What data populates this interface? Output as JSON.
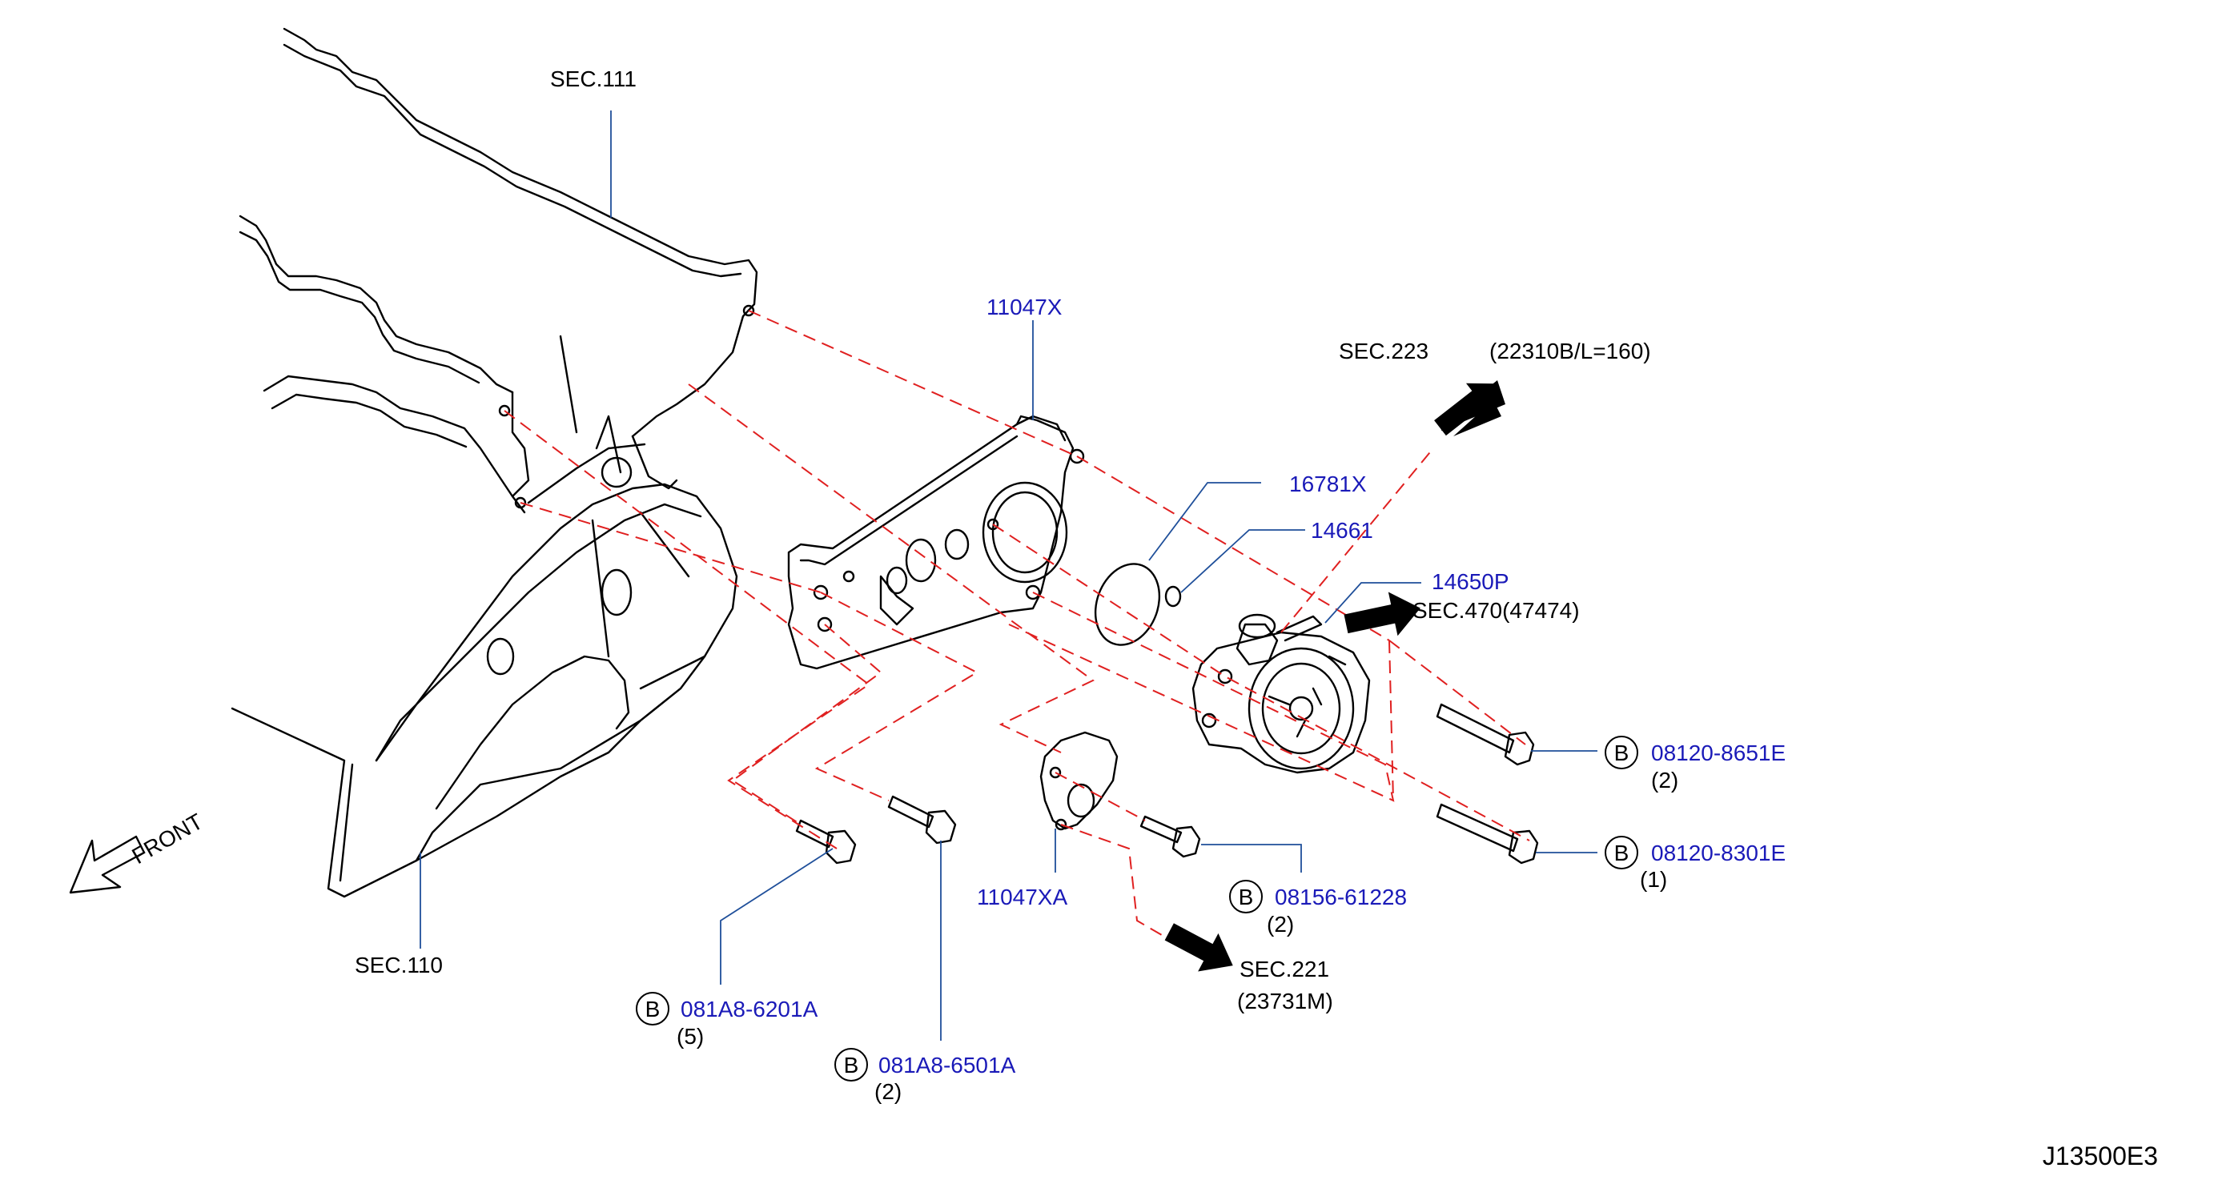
{
  "sections": {
    "sec111": "SEC.111",
    "sec110": "SEC.110",
    "sec223": "SEC.223",
    "sec223_ref": "(22310B/L=160)",
    "sec470": "SEC.470(47474)",
    "sec221": "SEC.221",
    "sec221_ref": "(23731M)"
  },
  "parts": {
    "p11047X": "11047X",
    "p16781X": "16781X",
    "p14661": "14661",
    "p14650P": "14650P",
    "p11047XA": "11047XA"
  },
  "bolts": [
    {
      "marker": "B",
      "code": "08120-8651E",
      "qty": "(2)"
    },
    {
      "marker": "B",
      "code": "08120-8301E",
      "qty": "(1)"
    },
    {
      "marker": "B",
      "code": "08156-61228",
      "qty": "(2)"
    },
    {
      "marker": "B",
      "code": "081A8-6201A",
      "qty": "(5)"
    },
    {
      "marker": "B",
      "code": "081A8-6501A",
      "qty": "(2)"
    }
  ],
  "front_label": "FRONT",
  "diagram_id": "J13500E3",
  "colors": {
    "part_label": "#1a1ab8",
    "leader": "#1f4f9a",
    "dashed_line": "#e02020",
    "text": "#000000"
  }
}
